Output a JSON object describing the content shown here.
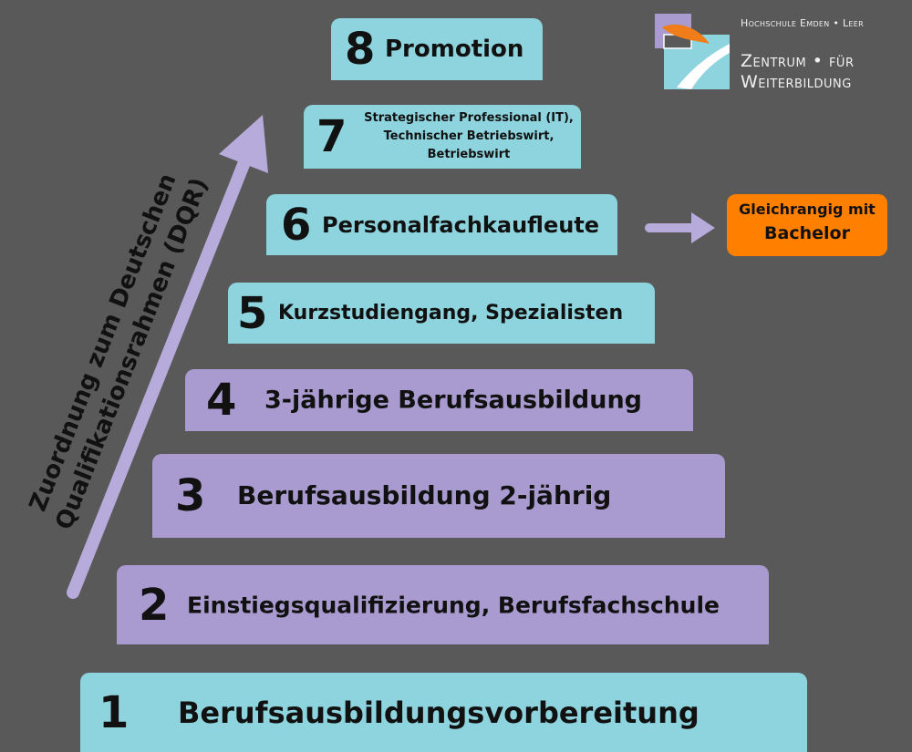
{
  "levels": [
    {
      "number": "8",
      "label": "Promotion"
    },
    {
      "number": "7",
      "lines": [
        "Strategischer Professional (IT),",
        "Technischer Betriebswirt,",
        "Betriebswirt"
      ]
    },
    {
      "number": "6",
      "label": "Personalfachkaufleute"
    },
    {
      "number": "5",
      "label": "Kurzstudiengang, Spezialisten"
    },
    {
      "number": "4",
      "label": "3-jährige Berufsausbildung"
    },
    {
      "number": "3",
      "label": "Berufsausbildung 2-jährig"
    },
    {
      "number": "2",
      "label": "Einstiegsqualifizierung, Berufsfachschule"
    },
    {
      "number": "1",
      "label": "Berufsausbildungsvorbereitung"
    }
  ],
  "equivalence": {
    "line1": "Gleichrangig mit",
    "line2": "Bachelor"
  },
  "axis_label": {
    "line1": "Zuordnung zum Deutschen",
    "line2": "Qualifikationsrahmen (DQR)"
  },
  "logo": {
    "institution": "Hochschule Emden • Leer",
    "unit_line1": "Zentrum • für",
    "unit_line2": "Weiterbildung"
  },
  "colors": {
    "bg": "#595959",
    "teal": "#8dd4de",
    "purple": "#a99bcf",
    "accent": "#ff8000",
    "arrow": "#b7abdb",
    "text": "#111111"
  }
}
